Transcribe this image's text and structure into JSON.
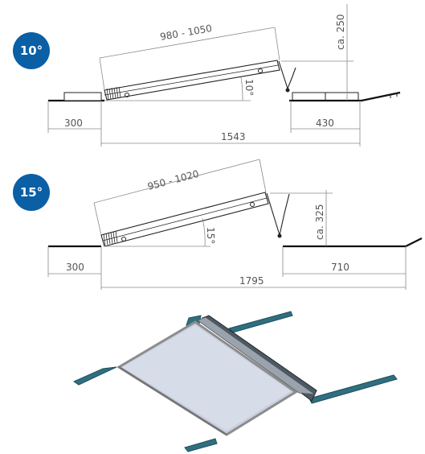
{
  "badges": {
    "angle_a": "10°",
    "angle_b": "15°"
  },
  "diagram_a": {
    "slope_length": "980 - 1050",
    "height": "ca. 250",
    "angle": "10°",
    "left_offset": "300",
    "right_offset": "430",
    "total_length": "1543"
  },
  "diagram_b": {
    "slope_length": "950 - 1020",
    "height": "ca. 325",
    "angle": "15°",
    "left_offset": "300",
    "right_offset": "710",
    "total_length": "1795"
  },
  "colors": {
    "badge": "#0b5fa5",
    "panel": "#c9cfe0",
    "feet": "#2f6f80",
    "frame": "#8c8c8c"
  }
}
